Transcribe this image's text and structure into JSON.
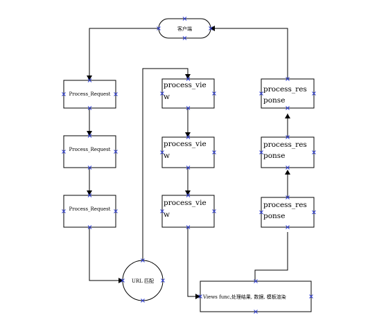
{
  "nodes": {
    "client": "客户端",
    "request_1": "Process_Request",
    "request_2": "Process_Request",
    "request_3": "Process_Request",
    "url_match": "URL 匹配",
    "view_1": [
      "process_vie",
      "w"
    ],
    "view_2": [
      "process_vie",
      "w"
    ],
    "view_3": [
      "process_vie",
      "w"
    ],
    "views_func": "Views func,处理结果, 数据, 模板渲染",
    "response_1": [
      "process_res",
      "ponse"
    ],
    "response_2": [
      "process_res",
      "ponse"
    ],
    "response_3": [
      "process_res",
      "ponse"
    ]
  }
}
